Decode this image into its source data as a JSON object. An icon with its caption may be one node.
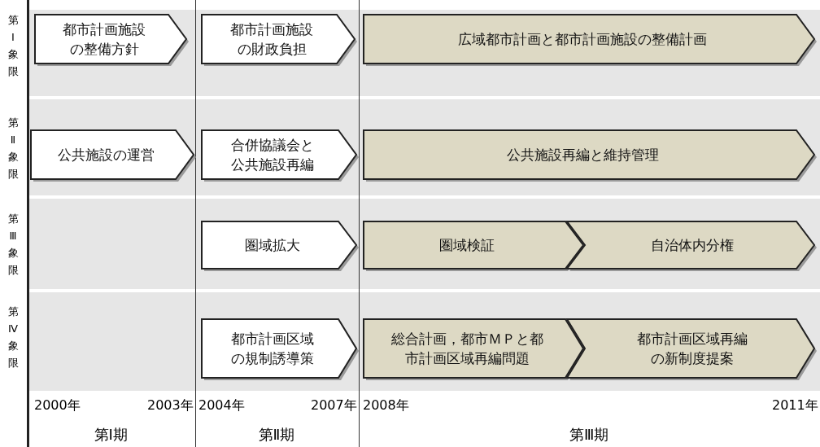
{
  "diagram": {
    "nodes": [
      {
        "text": [
          "都市計画施設の整備方針"
        ]
      },
      {
        "text": [
          "都市計画施設の財政負担"
        ]
      },
      {
        "text": [
          "広域都市計画と都市計画施設の整備計画"
        ]
      },
      {
        "text": [
          "公共施設の運営"
        ]
      },
      {
        "text": [
          "合併協議会と公共施設再編"
        ]
      },
      {
        "text": [
          "公共施設再編と維持管理"
        ]
      },
      {
        "text": [
          "圏域拡大"
        ]
      },
      {
        "text": [
          "圏域検証"
        ]
      },
      {
        "text": [
          "自治体内分権"
        ]
      },
      {
        "text": [
          "都市計画区域の規制誘導策"
        ]
      },
      {
        "text": [
          "総合計画，都市ＭＰと都市計画区域再編問題"
        ]
      },
      {
        "text": [
          "都市計画区域再編の新制度提案"
        ]
      }
    ],
    "edges": [],
    "labels": [
      "第Ⅰ象限",
      "第Ⅱ象限",
      "第Ⅲ象限",
      "第Ⅳ象限",
      "2000年",
      "2003年",
      "2004年",
      "2007年",
      "2008年",
      "2011年",
      "第Ⅰ期",
      "第Ⅱ期",
      "第Ⅲ期"
    ]
  }
}
